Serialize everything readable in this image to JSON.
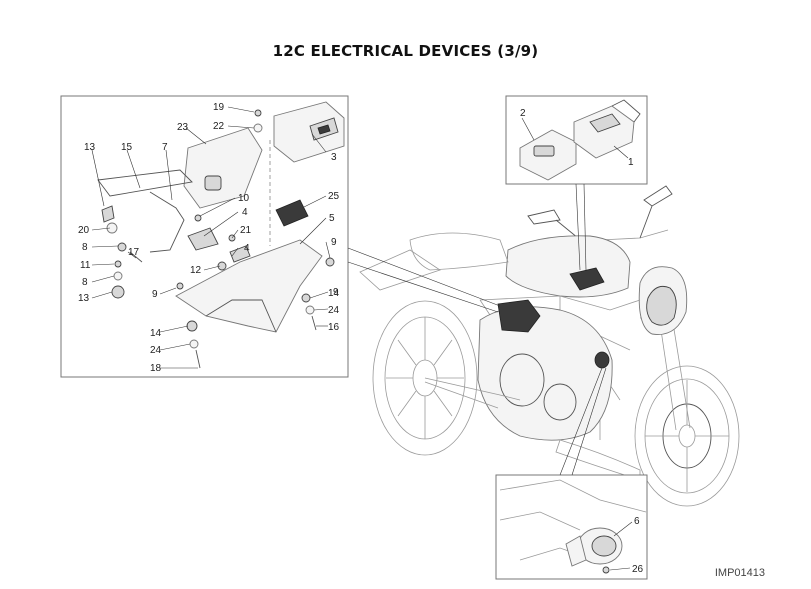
{
  "title": "12C ELECTRICAL DEVICES (3/9)",
  "drawing_code": "IMP01413",
  "callouts": {
    "main": [
      "19",
      "22",
      "23",
      "3",
      "13",
      "15",
      "7",
      "10",
      "25",
      "4",
      "5",
      "20",
      "21",
      "8",
      "17",
      "12",
      "9",
      "11",
      "4",
      "9",
      "8",
      "13",
      "9",
      "14",
      "24",
      "16",
      "14",
      "24",
      "18"
    ],
    "ecu": [
      "2",
      "1"
    ],
    "horn": [
      "6",
      "26"
    ]
  }
}
